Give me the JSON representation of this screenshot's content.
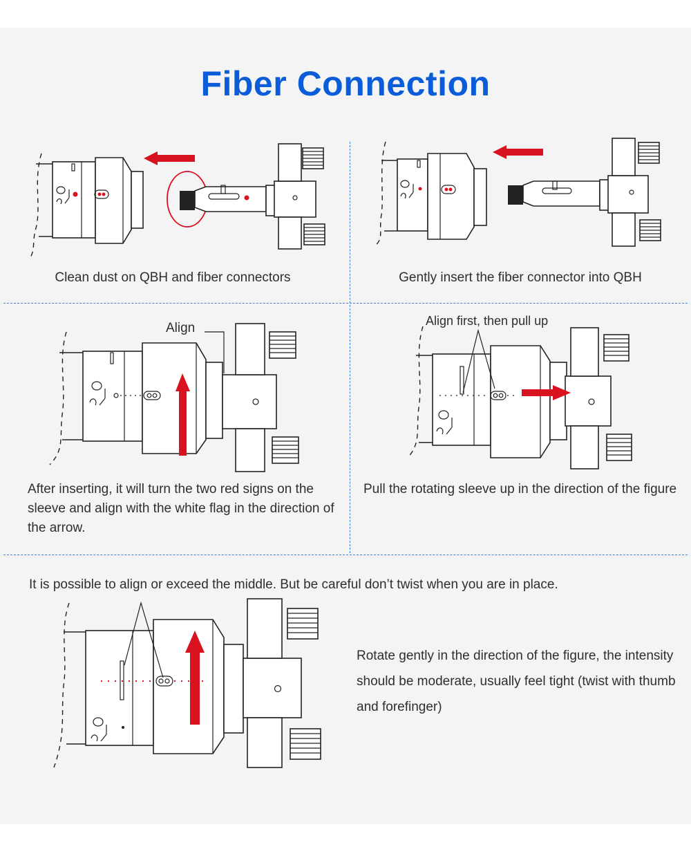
{
  "title": "Fiber Connection",
  "colors": {
    "title": "#0b5cd8",
    "accent_red": "#d9121f",
    "divider": "#3f7fd9",
    "background": "#f4f4f4"
  },
  "steps": [
    {
      "caption": "Clean dust on QBH and fiber connectors"
    },
    {
      "caption": "Gently insert the fiber connector into QBH"
    },
    {
      "caption": "After inserting, it will turn the two red signs on the sleeve and align with the white flag in the direction of the arrow.",
      "label": "Align"
    },
    {
      "caption": "Pull the rotating sleeve up in the direction of the figure",
      "label": "Align first, then pull up"
    },
    {
      "note": "It is possible to align or exceed the middle. But be careful don’t twist when you are in place.",
      "caption": "Rotate gently in the direction of the figure, the intensity should be moderate, usually feel tight (twist with thumb and forefinger)"
    }
  ]
}
